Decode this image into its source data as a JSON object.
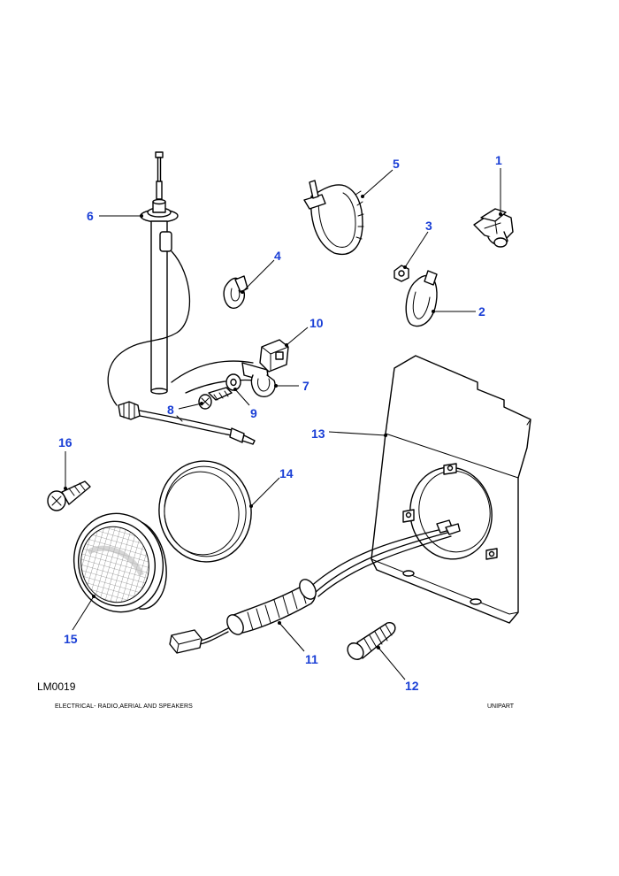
{
  "figure_id": "LM0019",
  "footer": {
    "section": "ELECTRICAL- RADIO,AERIAL AND SPEAKERS",
    "brand": "UNIPART"
  },
  "callouts": [
    "1",
    "2",
    "3",
    "4",
    "5",
    "6",
    "7",
    "8",
    "9",
    "10",
    "11",
    "12",
    "13",
    "14",
    "15",
    "16"
  ],
  "colors": {
    "callout": "#1a3fd6",
    "line": "#000000"
  }
}
